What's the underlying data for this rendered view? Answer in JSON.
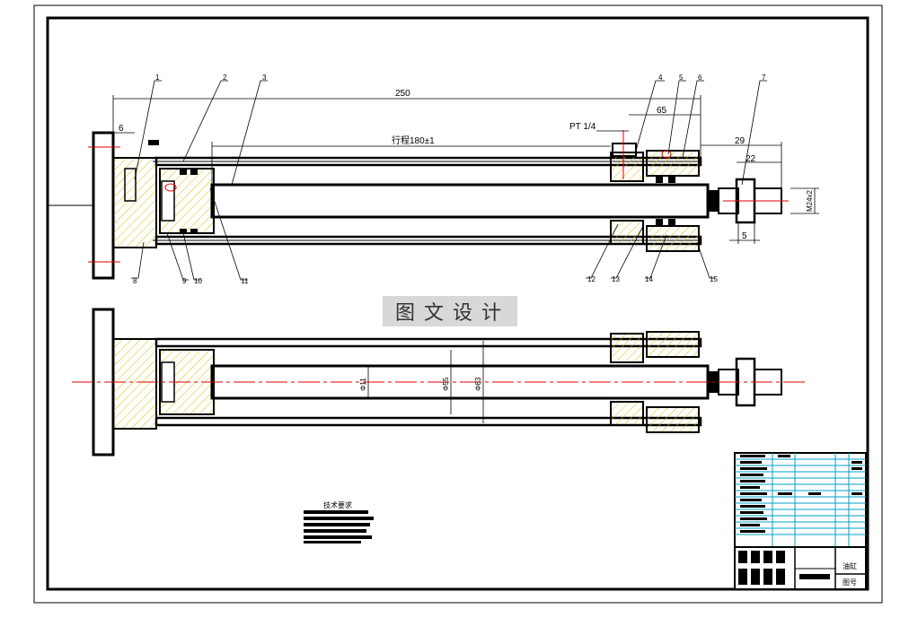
{
  "drawing": {
    "balloon_labels": [
      "1",
      "2",
      "3",
      "4",
      "5",
      "6",
      "7",
      "8",
      "9",
      "10",
      "11",
      "12",
      "13",
      "14",
      "15"
    ],
    "dimensions": {
      "overall_length": "250",
      "port": "PT 1/4",
      "stroke": "行程180±1",
      "rear_offset": "65",
      "rod_extension": "29",
      "thread_length": "22",
      "flange_thickness": "6",
      "nut_width": "5",
      "rod_thread": "M24x2",
      "rod_diameter": "Φ11",
      "piston_diameter": "Φ55",
      "bore_diameter": "Φ63"
    },
    "watermark": "图文设计",
    "notes_title": "技术要求",
    "title_block": {
      "part_name": "油缸",
      "drawing_no": "图号"
    }
  },
  "colors": {
    "line": "#000000",
    "centerline": "#e00000",
    "hatch": "#d8c000",
    "table_lines": "#00a0c8"
  }
}
